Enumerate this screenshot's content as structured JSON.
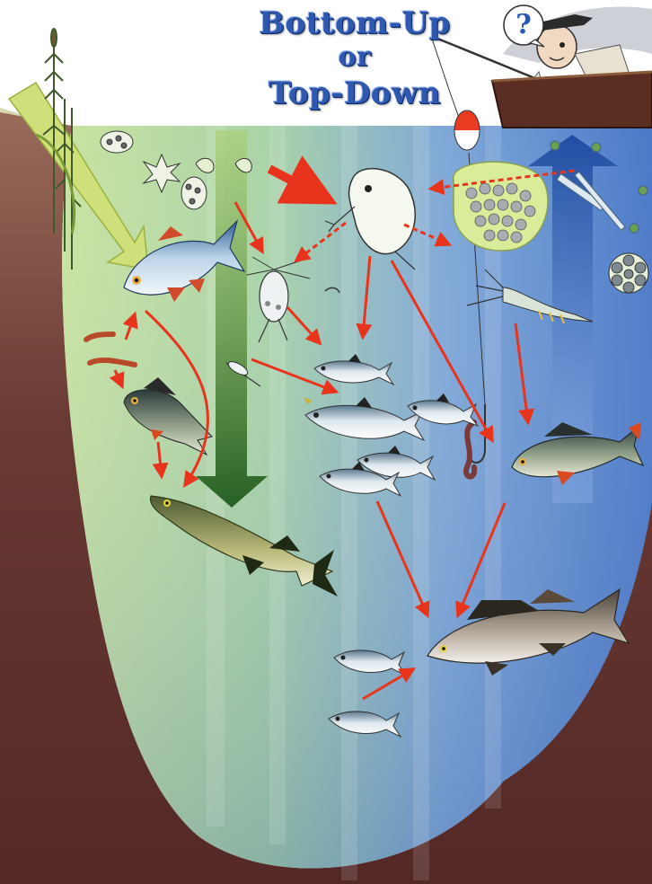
{
  "title": {
    "line1": "Bottom-Up",
    "line2": "or",
    "line3": "Top-Down"
  },
  "speech_bubble": {
    "text": "?"
  },
  "colors": {
    "sky": "#ffffff",
    "bank": "#5e2e2c",
    "water_left": "#c6e2a0",
    "water_right": "#4f7fd0",
    "arrow": "#e8341c",
    "bottom_up_arrow": "#2f5fb0",
    "top_down_arrow": "#2d6a24",
    "title": "#2f59b0"
  },
  "icons": [
    "reed-plant-icon",
    "sun-light-arrow-icon",
    "fisherman-icon",
    "boat-icon",
    "bobber-icon",
    "fishing-hook-icon",
    "algae-cluster-icon",
    "daphnia-icon",
    "copepod-icon",
    "roach-fish-icon",
    "perch-fish-icon",
    "pike-fish-icon",
    "zander-fish-icon",
    "smelt-fish-icon",
    "worm-icon"
  ]
}
